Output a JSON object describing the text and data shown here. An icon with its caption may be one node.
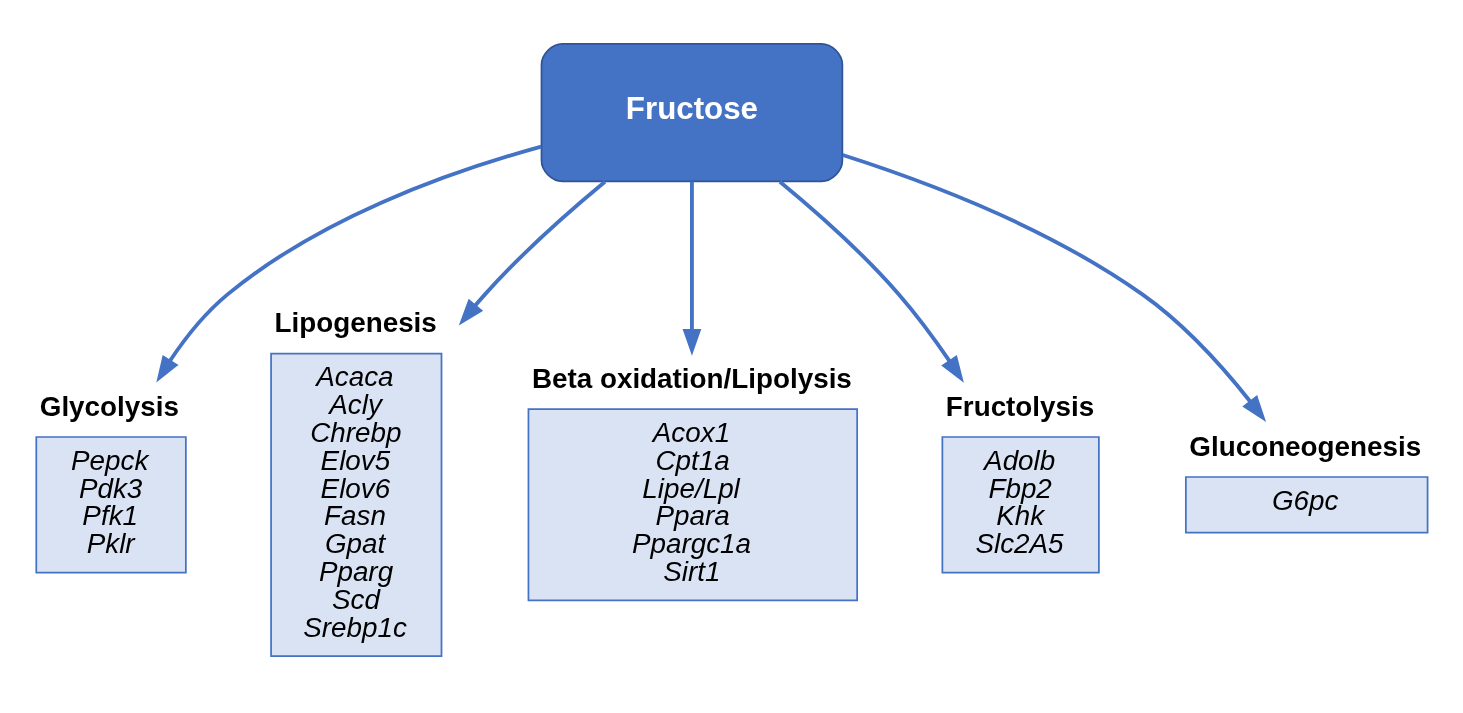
{
  "diagram": {
    "nodes": [
      {
        "text": [
          "Fructose"
        ]
      },
      {
        "text": [
          "Glycolysis",
          "Pepck",
          "Pdk3",
          "Pfk1",
          "Pklr"
        ]
      },
      {
        "text": [
          "Lipogenesis",
          "Acaca",
          "Acly",
          "Chrebp",
          "Elov5",
          "Elov6",
          "Fasn",
          "Gpat",
          "Pparg",
          "Scd",
          "Srebp1c"
        ]
      },
      {
        "text": [
          "Beta oxidation/Lipolysis",
          "Acox1",
          "Cpt1a",
          "Lipe/Lpl",
          "Ppara",
          "Ppargc1a",
          "Sirt1"
        ]
      },
      {
        "text": [
          "Fructolysis",
          "Adolb",
          "Fbp2",
          "Khk",
          "Slc2A5"
        ]
      },
      {
        "text": [
          "Gluconeogenesis",
          "G6pc"
        ]
      }
    ],
    "edges": [
      {
        "from": 0,
        "to": 1,
        "arrow": "to"
      },
      {
        "from": 0,
        "to": 2,
        "arrow": "to"
      },
      {
        "from": 0,
        "to": 3,
        "arrow": "to"
      },
      {
        "from": 0,
        "to": 4,
        "arrow": "to"
      },
      {
        "from": 0,
        "to": 5,
        "arrow": "to"
      }
    ]
  }
}
